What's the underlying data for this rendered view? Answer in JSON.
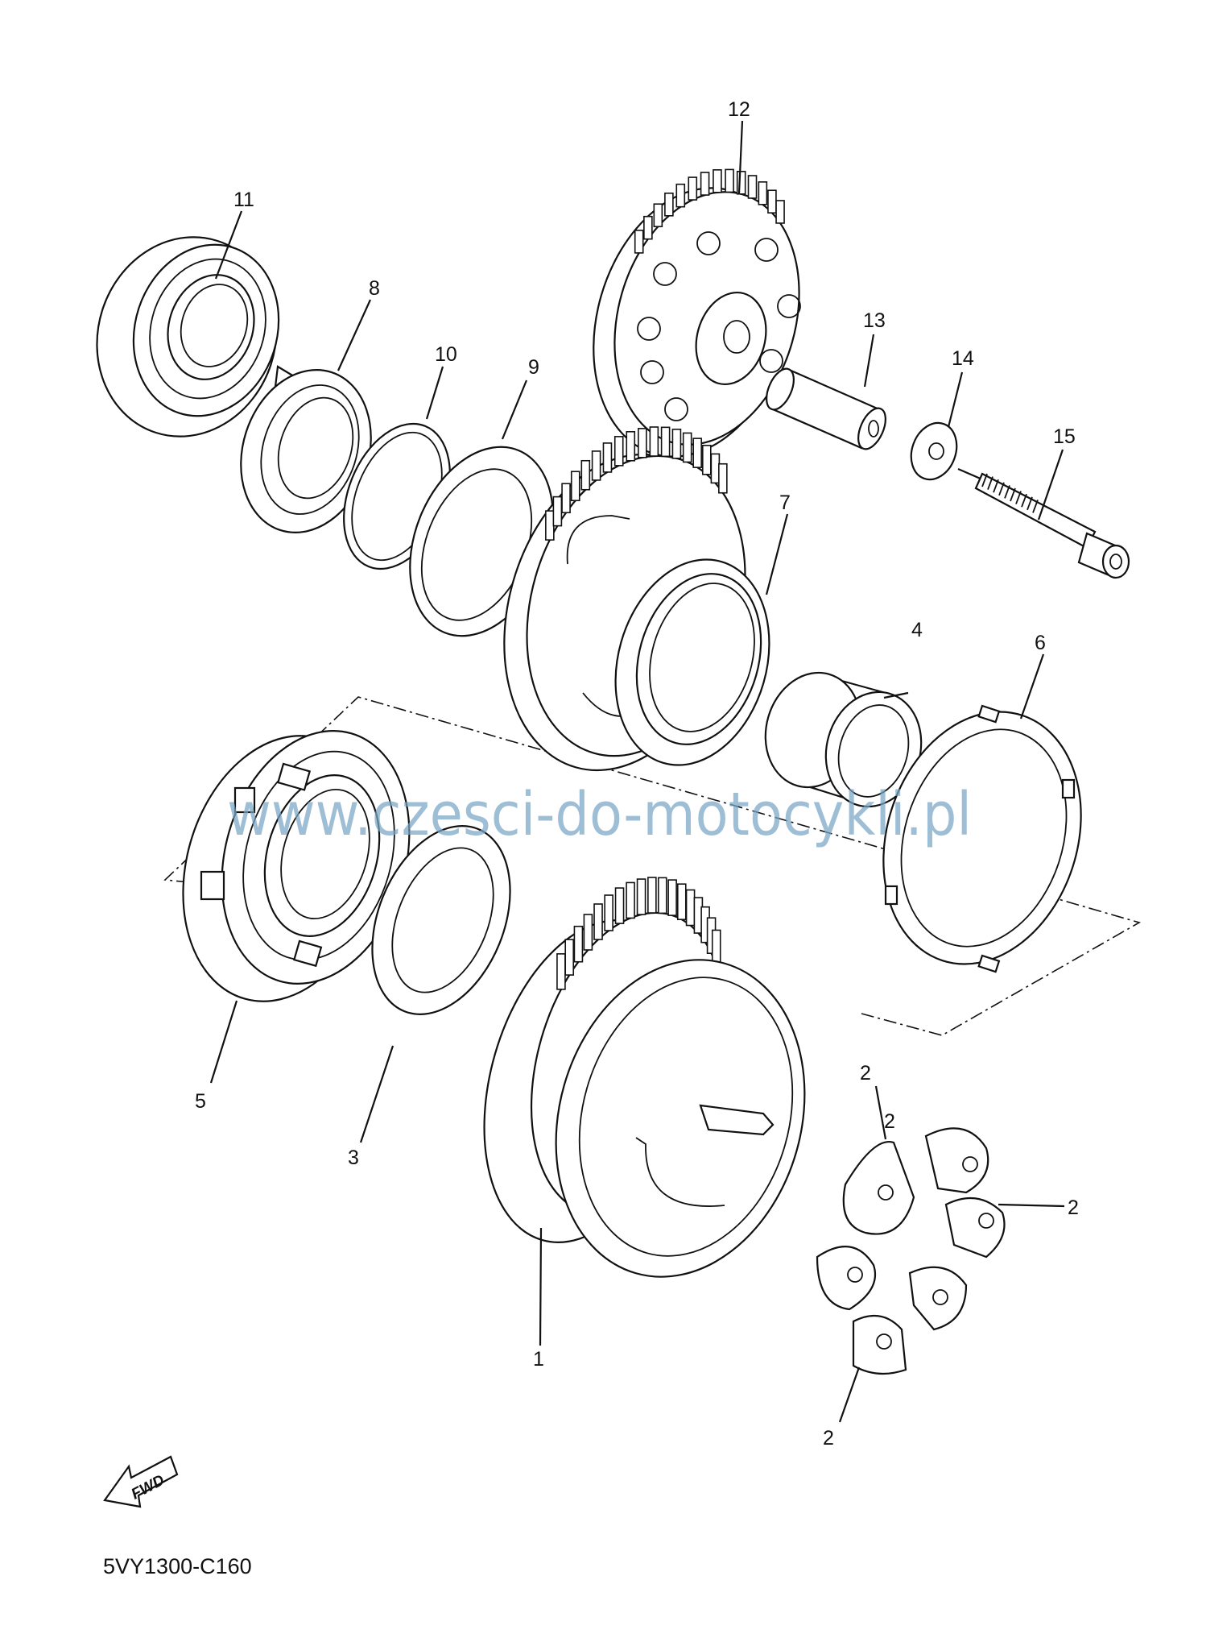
{
  "diagram": {
    "callouts": [
      "1",
      "2",
      "2",
      "2",
      "2",
      "3",
      "4",
      "5",
      "6",
      "7",
      "8",
      "9",
      "10",
      "11",
      "12",
      "13",
      "14",
      "15"
    ],
    "watermark": "www.czesci-do-motocykli.pl",
    "direction_label": "FWD",
    "drawing_code": "5VY1300-C160"
  }
}
